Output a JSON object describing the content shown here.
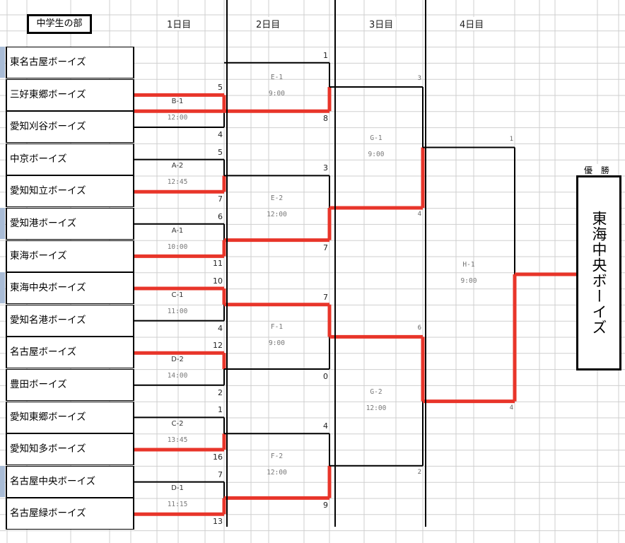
{
  "header": {
    "division": "中学生の部",
    "days": [
      "1日目",
      "2日目",
      "3日目",
      "4日目"
    ]
  },
  "teams": [
    "東名古屋ボーイズ",
    "三好東郷ボーイズ",
    "愛知刈谷ボーイズ",
    "中京ボーイズ",
    "愛知知立ボーイズ",
    "愛知港ボーイズ",
    "東海ボーイズ",
    "東海中央ボーイズ",
    "愛知名港ボーイズ",
    "名古屋ボーイズ",
    "豊田ボーイズ",
    "愛知東郷ボーイズ",
    "愛知知多ボーイズ",
    "名古屋中央ボーイズ",
    "名古屋緑ボーイズ"
  ],
  "matches": [
    {
      "id": "B-1",
      "time": "12:00",
      "scores": [
        "5",
        "4"
      ]
    },
    {
      "id": "A-2",
      "time": "12:45",
      "scores": [
        "5",
        "7"
      ]
    },
    {
      "id": "A-1",
      "time": "10:00",
      "scores": [
        "6",
        "11"
      ]
    },
    {
      "id": "C-1",
      "time": "11:00",
      "scores": [
        "10",
        "4"
      ]
    },
    {
      "id": "D-2",
      "time": "14:00",
      "scores": [
        "12",
        "2"
      ]
    },
    {
      "id": "C-2",
      "time": "13:45",
      "scores": [
        "1",
        "16"
      ]
    },
    {
      "id": "D-1",
      "time": "11:15",
      "scores": [
        "7",
        "13"
      ]
    },
    {
      "id": "E-1",
      "time": "9:00",
      "scores": [
        "1",
        "8"
      ]
    },
    {
      "id": "E-2",
      "time": "12:00",
      "scores": [
        "3",
        "7"
      ]
    },
    {
      "id": "F-1",
      "time": "9:00",
      "scores": [
        "7",
        "0"
      ]
    },
    {
      "id": "F-2",
      "time": "12:00",
      "scores": [
        "4",
        "9"
      ]
    },
    {
      "id": "G-1",
      "time": "9:00",
      "scores": [
        "3",
        "4"
      ]
    },
    {
      "id": "G-2",
      "time": "12:00",
      "scores": [
        "6",
        "2"
      ]
    },
    {
      "id": "H-1",
      "time": "9:00",
      "scores": [
        "1",
        "4"
      ]
    }
  ],
  "champion": {
    "title": "優 勝",
    "name": "東海中央ボーイズ"
  },
  "colors": {
    "winner_line": "#e8352a",
    "line": "#000000",
    "grid": "#cfcfcf",
    "marker": "#a9bcd6"
  }
}
